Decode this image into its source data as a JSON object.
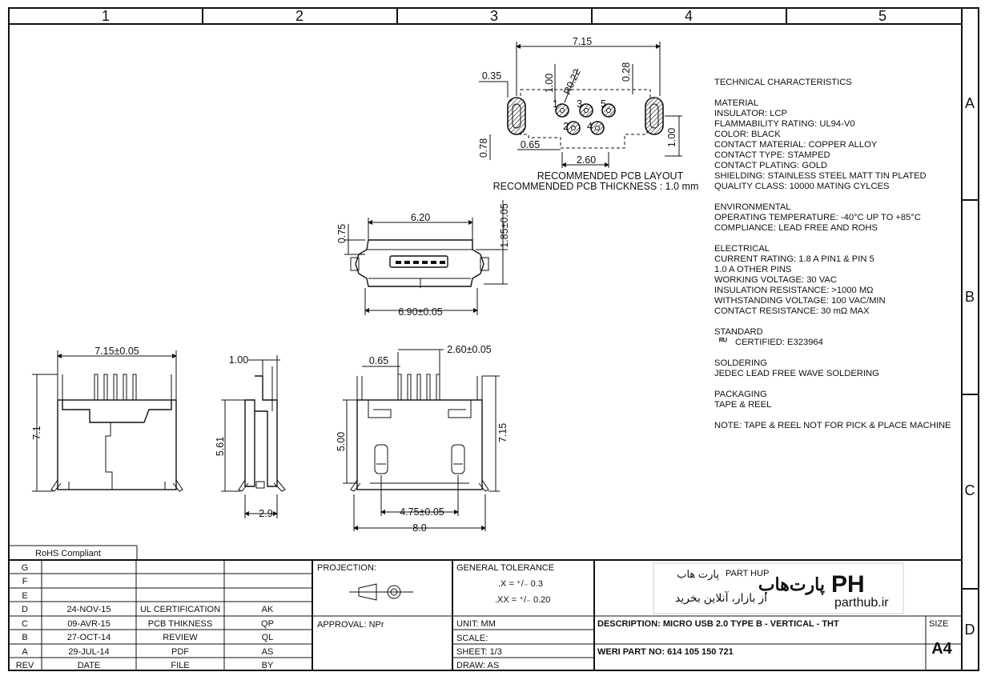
{
  "zones": {
    "columns": [
      "1",
      "2",
      "3",
      "4",
      "5"
    ],
    "rows": [
      "A",
      "B",
      "C",
      "D"
    ]
  },
  "pcb_layout": {
    "dims": {
      "width": "7.15",
      "offset_left": "0.35",
      "pad_height": "1.00",
      "radius": "R0.22",
      "right_edge": "0.28",
      "pitch": "0.65",
      "row_offset": "0.78",
      "pin_span": "2.60",
      "slot_height": "1.00"
    },
    "pin_numbers": [
      "1",
      "2",
      "3",
      "4",
      "5"
    ],
    "caption_1": "RECOMMENDED PCB LAYOUT",
    "caption_2": "RECOMMENDED  PCB THICKNESS : 1.0 mm"
  },
  "front_view": {
    "dims": {
      "top_height": "0.75",
      "inner_width": "6.20",
      "side_height": "1.85±0.05",
      "outer_width": "6.90±0.05"
    }
  },
  "side_view_1": {
    "dims": {
      "width": "7.15±0.05",
      "height": "7.1"
    }
  },
  "side_view_2": {
    "dims": {
      "top": "1.00",
      "height": "5.61",
      "bottom": "2.9"
    }
  },
  "side_view_3": {
    "dims": {
      "pitch": "0.65",
      "pin_span": "2.60±0.05",
      "inner_height": "5.00",
      "total_height": "7.15",
      "post_spacing": "4.75±0.05",
      "overall_width": "8.0"
    }
  },
  "specs": {
    "title": "TECHNICAL CHARACTERISTICS",
    "sections": [
      {
        "lines": [
          "MATERIAL",
          "INSULATOR: LCP",
          "FLAMMABILITY RATING: UL94-V0",
          "COLOR: BLACK",
          "CONTACT MATERIAL: COPPER ALLOY",
          "CONTACT TYPE: STAMPED",
          "CONTACT PLATING: GOLD",
          "SHIELDING: STAINLESS STEEL MATT TIN PLATED",
          "QUALITY CLASS: 10000 MATING CYLCES"
        ]
      },
      {
        "lines": [
          "ENVIRONMENTAL",
          "OPERATING TEMPERATURE: -40°C UP TO +85°C",
          "COMPLIANCE: LEAD FREE AND ROHS"
        ]
      },
      {
        "lines": [
          "ELECTRICAL",
          "CURRENT RATING: 1.8 A PIN1 & PIN 5",
          "1.0 A OTHER PINS",
          "WORKING VOLTAGE: 30 VAC",
          "INSULATION RESISTANCE: >1000 MΩ",
          "WITHSTANDING VOLTAGE: 100 VAC/MIN",
          "CONTACT RESISTANCE: 30 mΩ MAX"
        ]
      }
    ],
    "standard_heading": "STANDARD",
    "ul_mark": "ᴿᵁ",
    "standard_cert": "CERTIFIED: E323964",
    "soldering_heading": "SOLDERING",
    "soldering": "JEDEC LEAD FREE WAVE SOLDERING",
    "packaging_heading": "PACKAGING",
    "packaging": "TAPE & REEL",
    "note": "NOTE: TAPE & REEL NOT FOR PICK & PLACE MACHINE"
  },
  "title_block": {
    "rohs": "RoHS Compliant",
    "revisions": [
      {
        "rev": "G",
        "date": "",
        "file": "",
        "by": ""
      },
      {
        "rev": "F",
        "date": "",
        "file": "",
        "by": ""
      },
      {
        "rev": "E",
        "date": "",
        "file": "",
        "by": ""
      },
      {
        "rev": "D",
        "date": "24-NOV-15",
        "file": "UL CERTIFICATION",
        "by": "AK"
      },
      {
        "rev": "C",
        "date": "09-AVR-15",
        "file": "PCB THIKNESS",
        "by": "QP"
      },
      {
        "rev": "B",
        "date": "27-OCT-14",
        "file": "REVIEW",
        "by": "QL"
      },
      {
        "rev": "A",
        "date": "29-JUL-14",
        "file": "PDF",
        "by": "AS"
      }
    ],
    "headers": {
      "rev": "REV",
      "date": "DATE",
      "file": "FILE",
      "by": "BY"
    },
    "projection": "PROJECTION:",
    "approval": "APPROVAL: NPr",
    "general_tolerance": "GENERAL TOLERANCE",
    "tol_x": ".X = ⁺/₋ 0.3",
    "tol_xx": ".XX = ⁺/₋ 0.20",
    "unit": "UNIT: MM",
    "scale": "SCALE:",
    "sheet": "SHEET: 1/3",
    "draw": "DRAW: AS",
    "description": "DESCRIPTION: MICRO USB 2.0 TYPE B - VERTICAL - THT",
    "part_no": "WERI PART NO: 614 105 150 721",
    "size_label": "SIZE",
    "size_value": "A4"
  },
  "logo": {
    "brand_fa": "پارت هاب",
    "brand_en": "PART HUP",
    "slogan_fa": "از بازار، آنلاین بخرید",
    "mark": "PH",
    "mark_fa": "پارت‌هاب",
    "domain": "parthub.ir",
    "colors": {
      "red": "#d7261e",
      "blue": "#1a5fa8"
    }
  }
}
